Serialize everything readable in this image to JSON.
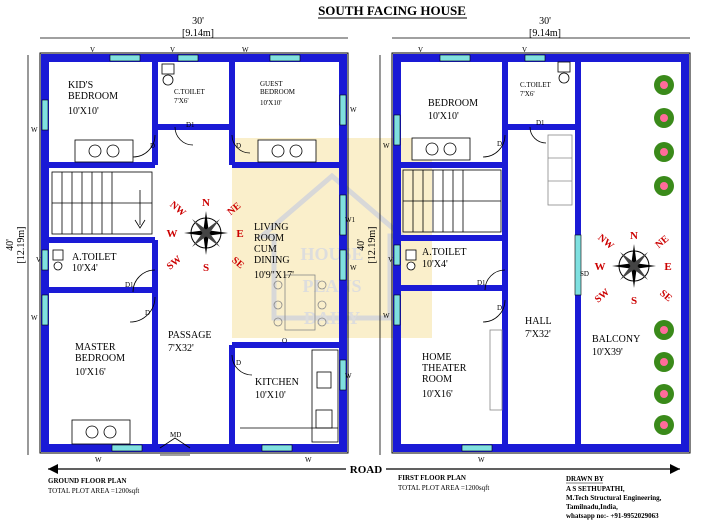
{
  "title": "SOUTH FACING HOUSE",
  "watermark": {
    "line1": "HOUSE",
    "line2": "PLANS",
    "line3": "DAILY"
  },
  "colors": {
    "wall": "#1a1ad6",
    "window": "#7fe0e0",
    "outline": "#000000",
    "watermark": "#e6c44a",
    "plant": "#3a8a1a",
    "flower": "#ff6b9a",
    "compass_label": "#cc0000"
  },
  "ground": {
    "width_dim": "30'",
    "width_metric": "[9.14m]",
    "height_dim": "40'",
    "height_metric": "[12.19m]",
    "plan_label": "GROUND FLOOR PLAN",
    "area_label": "TOTAL PLOT AREA =1200sqft",
    "rooms": {
      "kids_bedroom": {
        "name": "KID'S\nBEDROOM",
        "size": "10'X10'"
      },
      "c_toilet": {
        "name": "C.TOILET",
        "size": "7'X6'"
      },
      "guest_bedroom": {
        "name": "GUEST\nBEDROOM",
        "size": "10'X10'"
      },
      "living": {
        "name": "LIVING\nROOM\nCUM\nDINING",
        "size": "10'9\"X17'"
      },
      "a_toilet": {
        "name": "A.TOILET",
        "size": "10'X4'"
      },
      "master": {
        "name": "MASTER\nBEDROOM",
        "size": "10'X16'"
      },
      "passage": {
        "name": "PASSAGE",
        "size": "7'X32'"
      },
      "kitchen": {
        "name": "KITCHEN",
        "size": "10'X10'"
      }
    },
    "tags": {
      "v": "V",
      "w": "W",
      "d": "D",
      "d1": "D1",
      "w1": "W1",
      "o": "O",
      "md": "MD"
    },
    "compass": {
      "n": "N",
      "s": "S",
      "e": "E",
      "w": "W",
      "ne": "NE",
      "nw": "NW",
      "se": "SE",
      "sw": "SW"
    }
  },
  "first": {
    "width_dim": "30'",
    "width_metric": "[9.14m]",
    "height_dim": "40'",
    "height_metric": "[12.19m]",
    "plan_label": "FIRST FLOOR PLAN",
    "area_label": "TOTAL PLOT AREA =1200sqft",
    "rooms": {
      "bedroom": {
        "name": "BEDROOM",
        "size": "10'X10'"
      },
      "c_toilet": {
        "name": "C.TOILET",
        "size": "7'X6'"
      },
      "a_toilet": {
        "name": "A.TOILET",
        "size": "10'X4'"
      },
      "home_theater": {
        "name": "HOME\nTHEATER\nROOM",
        "size": "10'X16'"
      },
      "hall": {
        "name": "HALL",
        "size": "7'X32'"
      },
      "balcony": {
        "name": "BALCONY",
        "size": "10'X39'"
      }
    },
    "tags": {
      "v": "V",
      "w": "W",
      "d": "D",
      "d1": "D1",
      "sd": "SD"
    },
    "compass": {
      "n": "N",
      "s": "S",
      "e": "E",
      "w": "W",
      "ne": "NE",
      "nw": "NW",
      "se": "SE",
      "sw": "SW"
    }
  },
  "road": "ROAD",
  "credits": {
    "drawn_by": "DRAWN BY",
    "name": "A S SETHUPATHI,",
    "degree": "M.Tech Structural Engineering,",
    "location": "Tamilnadu,India,",
    "whatsapp": "whatsapp no:- +91-9952029063"
  }
}
